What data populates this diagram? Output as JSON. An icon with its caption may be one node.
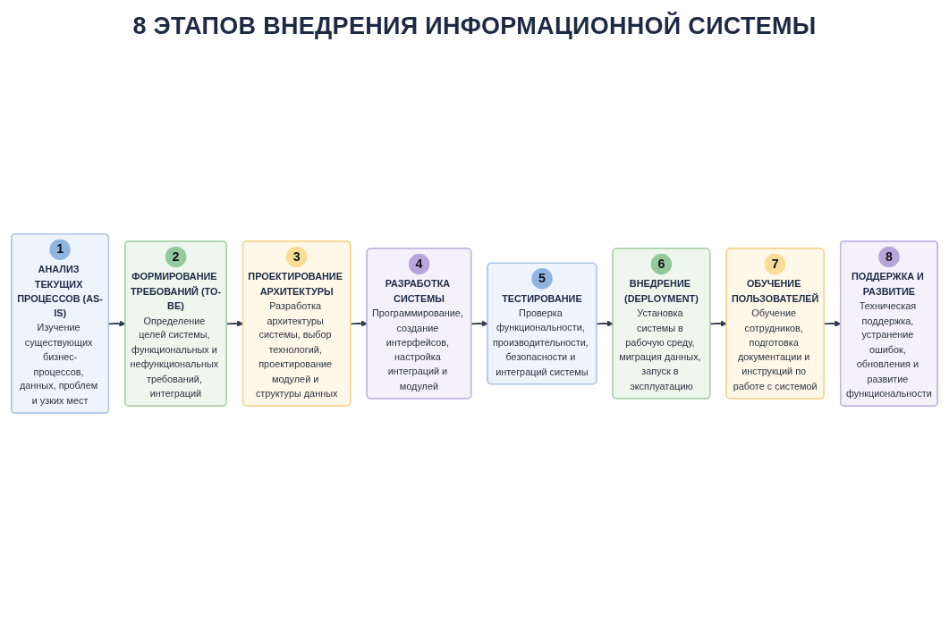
{
  "diagram": {
    "title": "8 ЭТАПОВ ВНЕДРЕНИЯ ИНФОРМАЦИОННОЙ СИСТЕМЫ",
    "nodes": [
      {
        "text": [
          "1",
          "АНАЛИЗ ТЕКУЩИХ ПРОЦЕССОВ (AS-IS)",
          "Изучение существующих бизнес-процессов, данных, проблем и узких мест"
        ]
      },
      {
        "text": [
          "2",
          "ФОРМИРОВАНИЕ ТРЕБОВАНИЙ (TO-BE)",
          "Определение целей системы, функциональных и нефункциональных требований, интеграций"
        ]
      },
      {
        "text": [
          "3",
          "ПРОЕКТИРОВАНИЕ АРХИТЕКТУРЫ",
          "Разработка архитектуры системы, выбор технологий, проектирование модулей и структуры данных"
        ]
      },
      {
        "text": [
          "4",
          "РАЗРАБОТКА СИСТЕМЫ",
          "Программирование, создание интерфейсов, настройка интеграций и модулей"
        ]
      },
      {
        "text": [
          "5",
          "ТЕСТИРОВАНИЕ",
          "Проверка функциональности, производительности, безопасности и интеграций системы"
        ]
      },
      {
        "text": [
          "6",
          "ВНЕДРЕНИЕ (DEPLOYMENT)",
          "Установка системы в рабочую среду, миграция данных, запуск в эксплуатацию"
        ]
      },
      {
        "text": [
          "7",
          "ОБУЧЕНИЕ ПОЛЬЗОВАТЕЛЕЙ",
          "Обучение сотрудников, подготовка документации и инструкций по работе с системой"
        ]
      },
      {
        "text": [
          "8",
          "ПОДДЕРЖКА И РАЗВИТИЕ",
          "Техническая поддержка, устранение ошибок, обновления и развитие функциональности"
        ]
      }
    ],
    "edges": [
      {
        "from": 0,
        "to": 1,
        "arrow": "to"
      },
      {
        "from": 1,
        "to": 2,
        "arrow": "to"
      },
      {
        "from": 2,
        "to": 3,
        "arrow": "to"
      },
      {
        "from": 3,
        "to": 4,
        "arrow": "to"
      },
      {
        "from": 4,
        "to": 5,
        "arrow": "to"
      },
      {
        "from": 5,
        "to": 6,
        "arrow": "to"
      },
      {
        "from": 6,
        "to": 7,
        "arrow": "to"
      }
    ]
  }
}
